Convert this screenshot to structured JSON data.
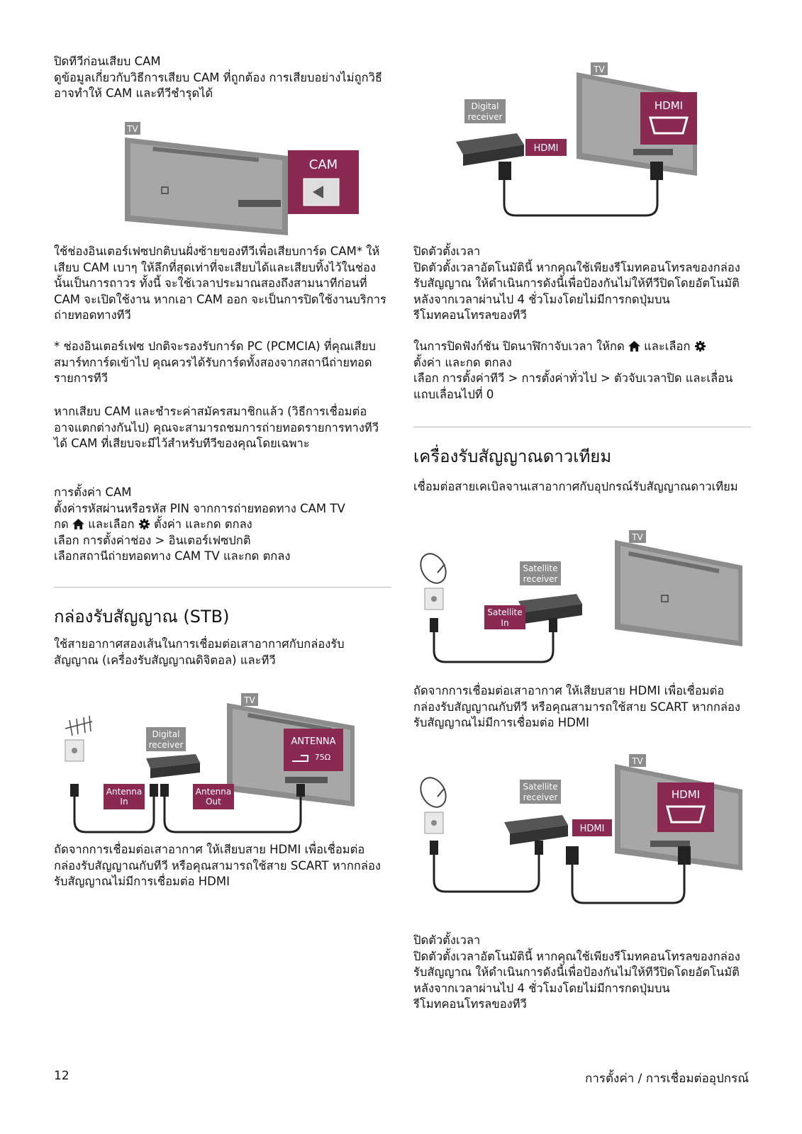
{
  "left": {
    "cam_remove": {
      "title": "ปิดทีวีก่อนเสียบ CAM",
      "body": "ดูข้อมูลเกี่ยวกับวิธีการเสียบ CAM ที่ถูกต้อง การเสียบอย่างไม่ถูกวิธีอาจทำให้ CAM และทีวีชำรุดได้"
    },
    "cam_figure": {
      "tv_label": "TV",
      "cam_label": "CAM"
    },
    "cam_insert": "ใช้ช่องอินเตอร์เฟซปกติบนฝั่งซ้ายของทีวีเพื่อเสียบการ์ด CAM* ให้เสียบ CAM เบาๆ ให้ลึกที่สุดเท่าที่จะเสียบได้และเสียบทิ้งไว้ในช่องนั้นเป็นการถาวร ทั้งนี้ จะใช้เวลาประมาณสองถึงสามนาทีก่อนที่ CAM จะเปิดใช้งาน หากเอา CAM ออก จะเป็นการปิดใช้งานบริการถ่ายทอดทางทีวี",
    "cam_note": "* ช่องอินเตอร์เฟซ ปกติจะรองรับการ์ด PC (PCMCIA) ที่คุณเสียบสมาร์ทการ์ดเข้าไป คุณควรได้รับการ์ดทั้งสองจากสถานีถ่ายทอดรายการทีวี",
    "cam_subscribe": "หากเสียบ CAM และชำระค่าสมัครสมาชิกแล้ว (วิธีการเชื่อมต่ออาจแตกต่างกันไป) คุณจะสามารถชมการถ่ายทอดรายการทางทีวีได้ CAM ที่เสียบจะมีไว้สำหรับทีวีของคุณโดยเฉพาะ",
    "cam_settings": {
      "title": "การตั้งค่า CAM",
      "line1": "ตั้งค่ารหัสผ่านหรือรหัส PIN จากการถ่ายทอดทาง CAM TV",
      "line2_a": "กด",
      "line2_b": "และเลือก",
      "line2_c": "ตั้งค่า และกด ตกลง",
      "line3": "เลือก การตั้งค่าช่อง  > อินเตอร์เฟซปกติ",
      "line4": "เลือกสถานีถ่ายทอดทาง CAM TV และกด  ตกลง"
    },
    "stb_heading": "กล่องรับสัญญาณ (STB)",
    "stb_intro": "ใช้สายอากาศสองเส้นในการเชื่อมต่อเสาอากาศกับกล่องรับสัญญาณ (เครื่องรับสัญญาณดิจิตอล) และทีวี",
    "stb_figure": {
      "tv_label": "TV",
      "receiver_label_1": "Digital",
      "receiver_label_2": "receiver",
      "antenna_label": "ANTENNA",
      "ohm_label": "75Ω",
      "in_label_1": "Antenna",
      "in_label_2": "In",
      "out_label_1": "Antenna",
      "out_label_2": "Out"
    },
    "stb_hdmi": "ถัดจากการเชื่อมต่อเสาอากาศ ให้เสียบสาย HDMI เพื่อเชื่อมต่อกล่องรับสัญญาณกับทีวี หรือคุณสามารถใช้สาย SCART หากกล่องรับสัญญาณไม่มีการเชื่อมต่อ HDMI"
  },
  "right": {
    "hdmi_figure": {
      "tv_label": "TV",
      "receiver_label_1": "Digital",
      "receiver_label_2": "receiver",
      "hdmi_label_small": "HDMI",
      "hdmi_label_big": "HDMI"
    },
    "timer_1": {
      "title": "ปิดตัวตั้งเวลา",
      "body": "ปิดตัวตั้งเวลาอัตโนมัตินี้ หากคุณใช้เพียงรีโมทคอนโทรลของกล่องรับสัญญาณ ให้ดำเนินการดังนี้เพื่อป้องกันไม่ให้ทีวีปิดโดยอัตโนมัติหลังจากเวลาผ่านไป 4 ชั่วโมงโดยไม่มีการกดปุ่มบนรีโมทคอนโทรลของทีวี"
    },
    "timer_off": {
      "line1_a": "ในการปิดฟังก์ชัน ปิดนาฬิกาจับเวลา ให้กด",
      "line1_b": "และเลือก",
      "line2": "ตั้งค่า และกด ตกลง",
      "line3": "เลือก การตั้งค่าทีวี  > การตั้งค่าทั่วไป  > ตัวจับเวลาปิด และเลื่อนแถบเลื่อนไปที่ 0"
    },
    "sat_heading": "เครื่องรับสัญญาณดาวเทียม",
    "sat_intro": "เชื่อมต่อสายเคเบิลจานเสาอากาศกับอุปกรณ์รับสัญญาณดาวเทียม",
    "sat_figure_1": {
      "tv_label": "TV",
      "receiver_label_1": "Satellite",
      "receiver_label_2": "receiver",
      "in_label_1": "Satellite",
      "in_label_2": "In"
    },
    "sat_hdmi": "ถัดจากการเชื่อมต่อเสาอากาศ ให้เสียบสาย HDMI เพื่อเชื่อมต่อกล่องรับสัญญาณกับทีวี หรือคุณสามารถใช้สาย SCART หากกล่องรับสัญญาณไม่มีการเชื่อมต่อ HDMI",
    "sat_figure_2": {
      "tv_label": "TV",
      "receiver_label_1": "Satellite",
      "receiver_label_2": "receiver",
      "hdmi_label_small": "HDMI",
      "hdmi_label_big": "HDMI"
    },
    "timer_2": {
      "title": "ปิดตัวตั้งเวลา",
      "body": "ปิดตัวตั้งเวลาอัตโนมัตินี้ หากคุณใช้เพียงรีโมทคอนโทรลของกล่องรับสัญญาณ ให้ดำเนินการดังนี้เพื่อป้องกันไม่ให้ทีวีปิดโดยอัตโนมัติหลังจากเวลาผ่านไป 4 ชั่วโมงโดยไม่มีการกดปุ่มบนรีโมทคอนโทรลของทีวี"
    }
  },
  "footer": {
    "page_number": "12",
    "section": "การตั้งค่า / การเชื่อมต่ออุปกรณ์"
  },
  "colors": {
    "accent": "#8a2a52",
    "tv_gray": "#8c8c8c",
    "cable": "#222222"
  },
  "icons": {
    "home": "home-icon",
    "settings": "gear-icon"
  }
}
